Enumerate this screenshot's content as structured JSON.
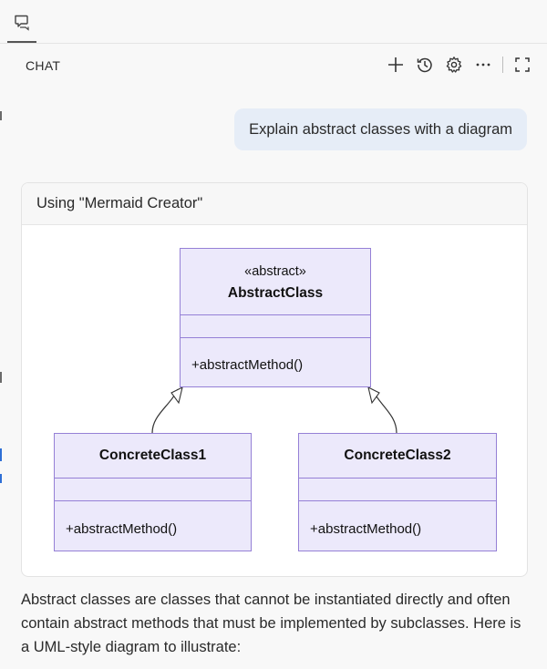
{
  "header": {
    "title": "CHAT"
  },
  "user_message": {
    "text": "Explain abstract classes with a diagram"
  },
  "tool_card": {
    "title": "Using \"Mermaid Creator\"",
    "diagram": {
      "abstract_class": {
        "stereotype": "«abstract»",
        "name": "AbstractClass",
        "method": "+abstractMethod()"
      },
      "concrete_classes": [
        {
          "name": "ConcreteClass1",
          "method": "+abstractMethod()"
        },
        {
          "name": "ConcreteClass2",
          "method": "+abstractMethod()"
        }
      ]
    }
  },
  "response": {
    "text": "Abstract classes are classes that cannot be instantiated directly and often contain abstract methods that must be implemented by subclasses. Here is a UML-style diagram to illustrate:"
  },
  "colors": {
    "class_fill": "#ece9fb",
    "class_border": "#9580d6",
    "user_bubble": "#e6edf7"
  }
}
